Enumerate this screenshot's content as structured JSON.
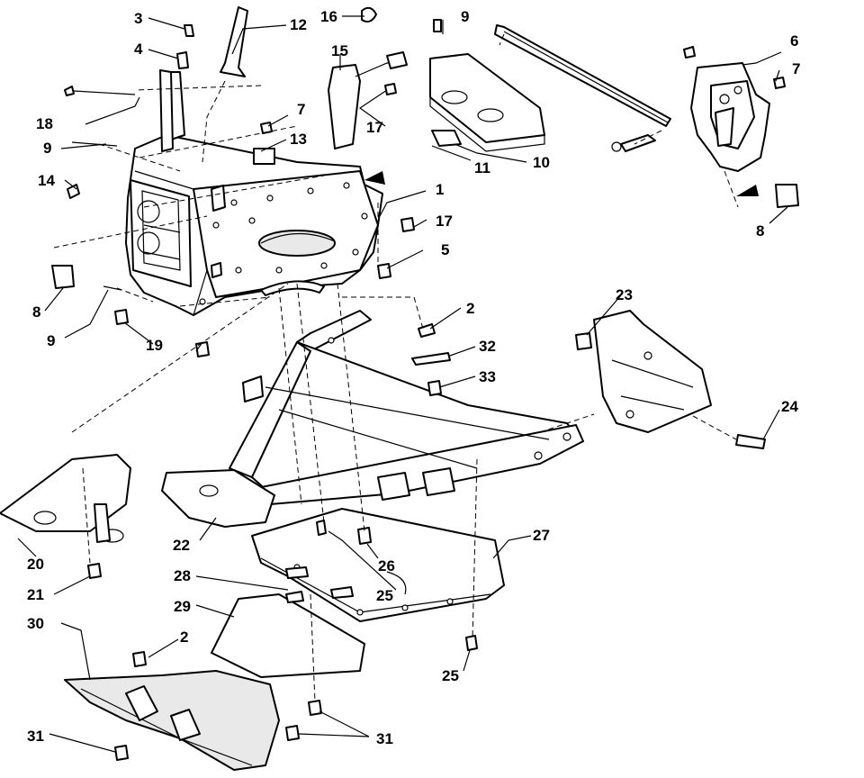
{
  "callouts": {
    "c1": "1",
    "c2a": "2",
    "c2b": "2",
    "c3": "3",
    "c4": "4",
    "c5": "5",
    "c6": "6",
    "c7a": "7",
    "c7b": "7",
    "c8a": "8",
    "c8b": "8",
    "c9a": "9",
    "c9b": "9",
    "c9c": "9",
    "c10": "10",
    "c11": "11",
    "c12": "12",
    "c13": "13",
    "c14": "14",
    "c15": "15",
    "c16": "16",
    "c17a": "17",
    "c17b": "17",
    "c18": "18",
    "c19": "19",
    "c20": "20",
    "c21": "21",
    "c22": "22",
    "c23": "23",
    "c24": "24",
    "c25a": "25",
    "c25b": "25",
    "c26": "26",
    "c27": "27",
    "c28": "28",
    "c29": "29",
    "c30": "30",
    "c31a": "31",
    "c31b": "31",
    "c32": "32",
    "c33": "33"
  }
}
